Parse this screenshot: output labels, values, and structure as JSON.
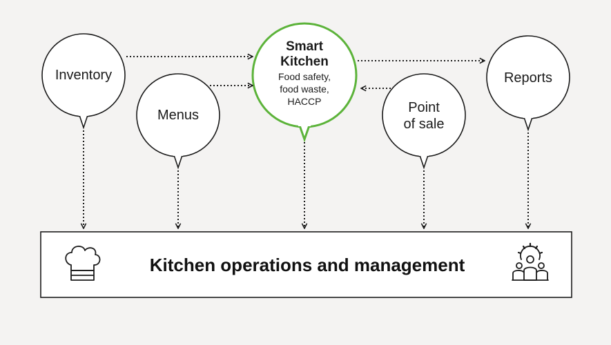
{
  "nodes": {
    "inventory": "Inventory",
    "menus": "Menus",
    "smart_kitchen_title_1": "Smart",
    "smart_kitchen_title_2": "Kitchen",
    "smart_kitchen_sub_1": "Food safety,",
    "smart_kitchen_sub_2": "food waste,",
    "smart_kitchen_sub_3": "HACCP",
    "point_of_sale_1": "Point",
    "point_of_sale_2": "of sale",
    "reports": "Reports"
  },
  "bar": {
    "title": "Kitchen operations and management"
  },
  "icons": {
    "left": "chef-hat-icon",
    "right": "team-gear-icon"
  },
  "colors": {
    "background": "#f4f3f2",
    "accent": "#5cb33a",
    "stroke": "#1a1a1a",
    "bubble_fill": "#ffffff"
  }
}
